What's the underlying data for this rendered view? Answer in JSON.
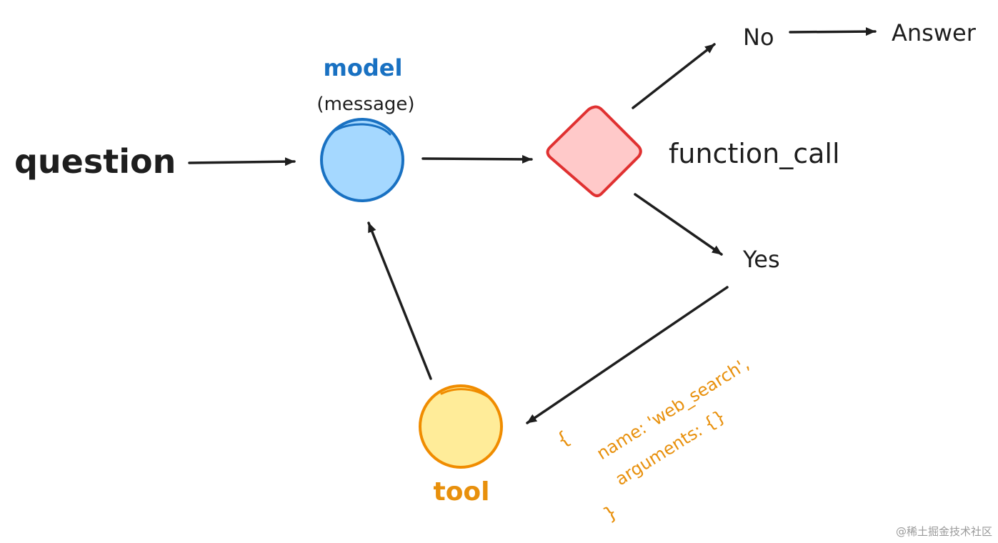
{
  "nodes": {
    "input_label": "question",
    "model_title": "model",
    "model_subtitle": "(message)",
    "decision_label": "function_call",
    "no_label": "No",
    "answer_label": "Answer",
    "yes_label": "Yes",
    "tool_label": "tool"
  },
  "tool_call_payload": {
    "open_brace": "{",
    "name_line": "name: 'web_search',",
    "arguments_line": "arguments: {}",
    "close_brace": "}"
  },
  "watermark": "@稀土掘金技术社区",
  "colors": {
    "ink": "#1e1e1e",
    "model_fill": "#a5d8ff",
    "model_stroke": "#1971c2",
    "decision_fill": "#ffc9c9",
    "decision_stroke": "#e03131",
    "tool_fill": "#ffec99",
    "tool_stroke": "#f08c00",
    "annotation": "#e8900c"
  },
  "icons": {
    "model": "circle-node",
    "decision": "diamond-node",
    "tool": "circle-node",
    "edges": "arrow"
  }
}
